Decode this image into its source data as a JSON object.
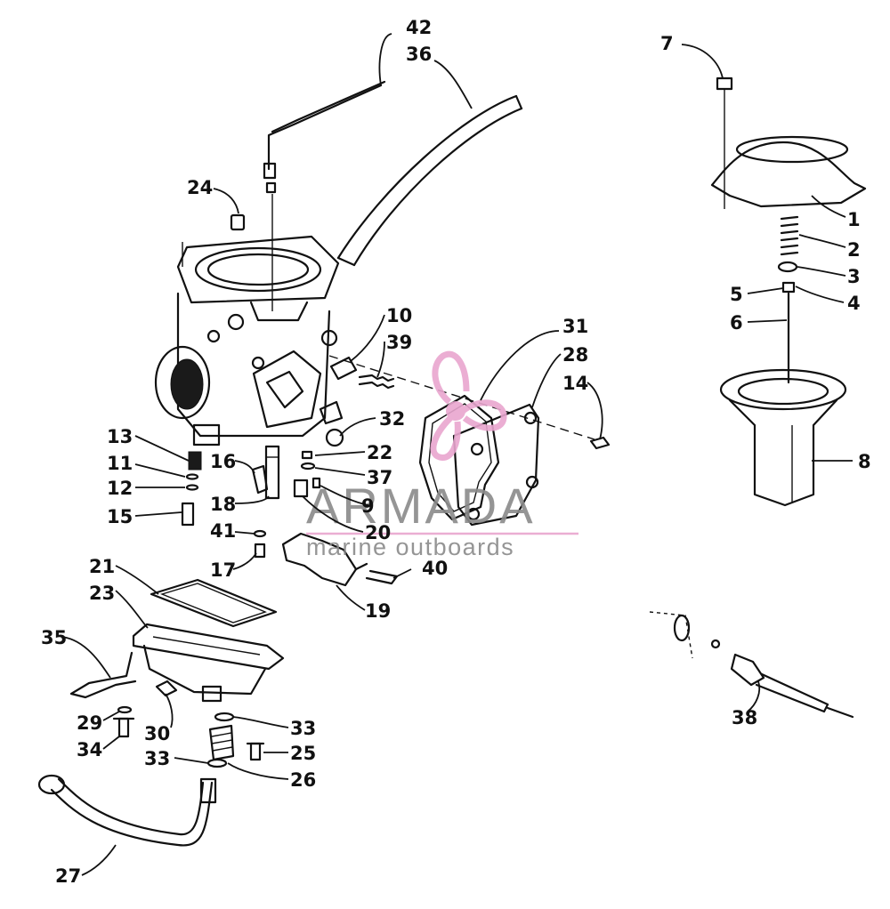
{
  "labels": {
    "l1": "1",
    "l2": "2",
    "l3": "3",
    "l4": "4",
    "l5": "5",
    "l6": "6",
    "l7": "7",
    "l8": "8",
    "l9": "9",
    "l10": "10",
    "l11": "11",
    "l12": "12",
    "l13": "13",
    "l14": "14",
    "l15": "15",
    "l16": "16",
    "l17": "17",
    "l18": "18",
    "l19": "19",
    "l20": "20",
    "l21": "21",
    "l22": "22",
    "l23": "23",
    "l24": "24",
    "l25": "25",
    "l26": "26",
    "l27": "27",
    "l28": "28",
    "l29": "29",
    "l30": "30",
    "l31": "31",
    "l32": "32",
    "l33a": "33",
    "l33b": "33",
    "l34": "34",
    "l35": "35",
    "l36": "36",
    "l37": "37",
    "l38": "38",
    "l39": "39",
    "l40": "40",
    "l41": "41",
    "l42": "42"
  },
  "watermark": {
    "brand": "ARMADA",
    "tagline": "marine outboards",
    "logo_color": "#e9a6cf",
    "text_color": "#8a8a8a"
  }
}
